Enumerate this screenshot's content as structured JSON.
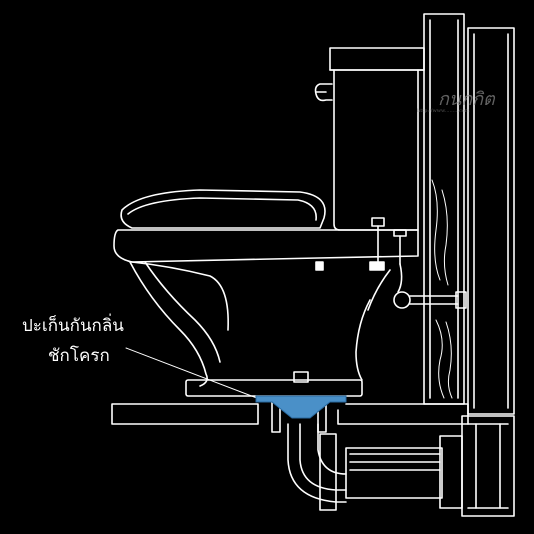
{
  "callout": {
    "line1": "ปะเก็นกันกลิ่น",
    "line2": "ชักโครก"
  },
  "watermark": {
    "logo_text": "กนกกิต",
    "subtitle": "http://www.........com"
  },
  "colors": {
    "background": "#000000",
    "stroke": "#ffffff",
    "gasket": "#4a90c8"
  }
}
